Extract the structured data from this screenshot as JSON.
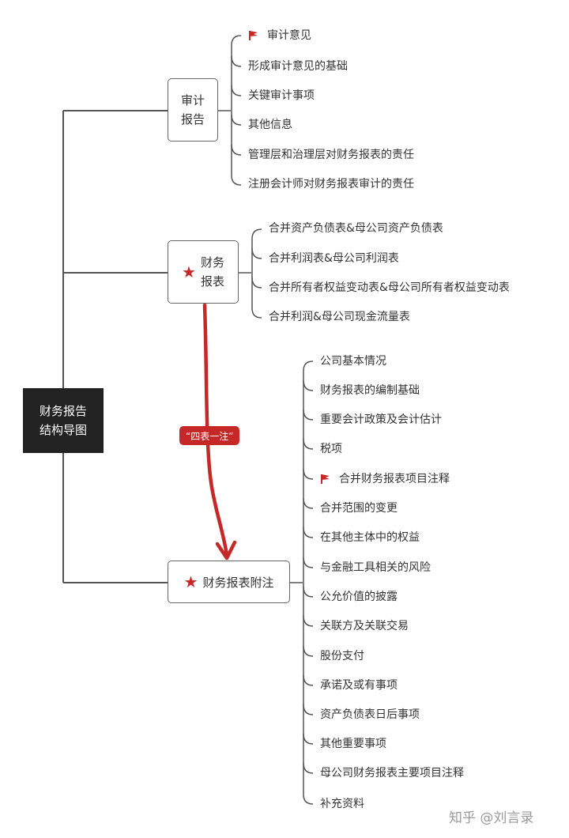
{
  "root": {
    "line1": "财务报告",
    "line2": "结构导图"
  },
  "audit_report": {
    "title_line1": "审计",
    "title_line2": "报告",
    "items": [
      "审计意见",
      "形成审计意见的基础",
      "关键审计事项",
      "其他信息",
      "管理层和治理层对财务报表的责任",
      "注册会计师对财务报表审计的责任"
    ]
  },
  "financial_statements": {
    "title_line1": "财务",
    "title_line2": "报表",
    "items": [
      "合并资产负债表&母公司资产负债表",
      "合并利润表&母公司利润表",
      "合并所有者权益变动表&母公司所有者权益变动表",
      "合并利润&母公司现金流量表"
    ]
  },
  "notes": {
    "title": "财务报表附注",
    "items": [
      "公司基本情况",
      "财务报表的编制基础",
      "重要会计政策及会计估计",
      "税项",
      "合并财务报表项目注释",
      "合并范围的变更",
      "在其他主体中的权益",
      "与金融工具相关的风险",
      "公允价值的披露",
      "关联方及关联交易",
      "股份支付",
      "承诺及或有事项",
      "资产负债表日后事项",
      "其他重要事项",
      "母公司财务报表主要项目注释",
      "补充资料"
    ]
  },
  "arrow_label": "“四表一注”",
  "watermark": "知乎 @刘言录",
  "colors": {
    "accent": "#c62828",
    "root_bg": "#222222",
    "line": "#555555"
  },
  "icons": {
    "flag": "flag-icon",
    "star": "star-icon"
  }
}
